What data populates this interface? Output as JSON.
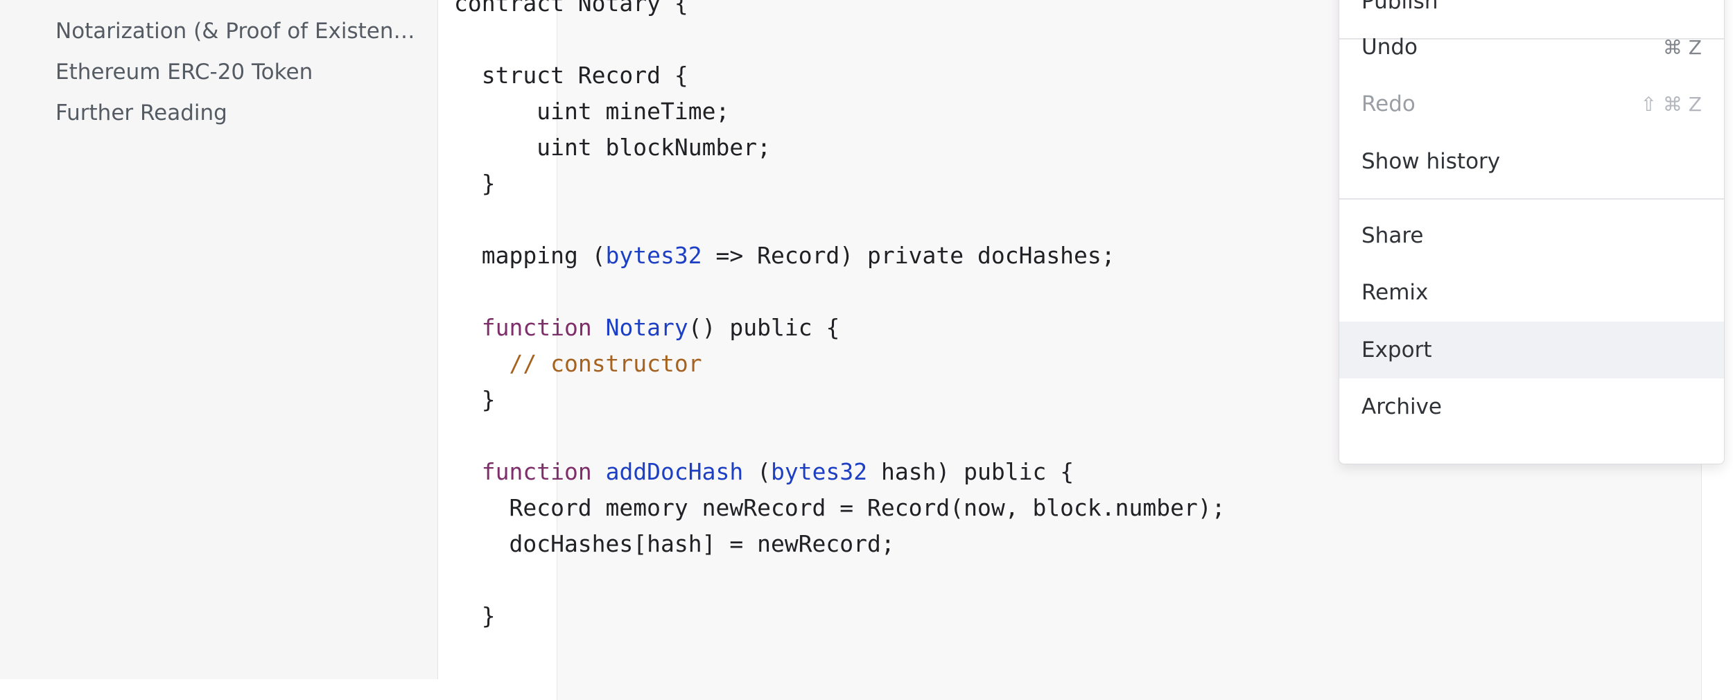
{
  "sidebar": {
    "items": [
      {
        "label": "Notarization (& Proof of Existenc..."
      },
      {
        "label": "Ethereum ERC-20 Token"
      },
      {
        "label": "Further Reading"
      }
    ]
  },
  "code": {
    "lines": [
      [
        {
          "t": "contract Notary {",
          "c": "tx"
        }
      ],
      [],
      [
        {
          "t": "  struct Record {",
          "c": "tx"
        }
      ],
      [
        {
          "t": "      uint mineTime;",
          "c": "tx"
        }
      ],
      [
        {
          "t": "      uint blockNumber;",
          "c": "tx"
        }
      ],
      [
        {
          "t": "  }",
          "c": "tx"
        }
      ],
      [],
      [
        {
          "t": "  mapping (",
          "c": "tx"
        },
        {
          "t": "bytes32",
          "c": "ty"
        },
        {
          "t": " => Record) private docHashes;",
          "c": "tx"
        }
      ],
      [],
      [
        {
          "t": "  ",
          "c": "tx"
        },
        {
          "t": "function",
          "c": "kw"
        },
        {
          "t": " ",
          "c": "tx"
        },
        {
          "t": "Notary",
          "c": "fn"
        },
        {
          "t": "() public {",
          "c": "tx"
        }
      ],
      [
        {
          "t": "    ",
          "c": "tx"
        },
        {
          "t": "// constructor",
          "c": "cm"
        }
      ],
      [
        {
          "t": "  }",
          "c": "tx"
        }
      ],
      [],
      [
        {
          "t": "  ",
          "c": "tx"
        },
        {
          "t": "function",
          "c": "kw"
        },
        {
          "t": " ",
          "c": "tx"
        },
        {
          "t": "addDocHash",
          "c": "fn"
        },
        {
          "t": " (",
          "c": "tx"
        },
        {
          "t": "bytes32",
          "c": "ty"
        },
        {
          "t": " hash) public {",
          "c": "tx"
        }
      ],
      [
        {
          "t": "    Record memory newRecord = Record(now, block.number);",
          "c": "tx"
        }
      ],
      [
        {
          "t": "    docHashes[hash] = newRecord;",
          "c": "tx"
        }
      ],
      [],
      [
        {
          "t": "  }",
          "c": "tx"
        }
      ]
    ]
  },
  "menu": {
    "publish": {
      "label": "Publish"
    },
    "undo": {
      "label": "Undo",
      "shortcut": "⌘ Z"
    },
    "redo": {
      "label": "Redo",
      "shortcut": "⇧ ⌘ Z"
    },
    "show_history": {
      "label": "Show history"
    },
    "share": {
      "label": "Share"
    },
    "remix": {
      "label": "Remix"
    },
    "export": {
      "label": "Export"
    },
    "archive": {
      "label": "Archive"
    }
  }
}
